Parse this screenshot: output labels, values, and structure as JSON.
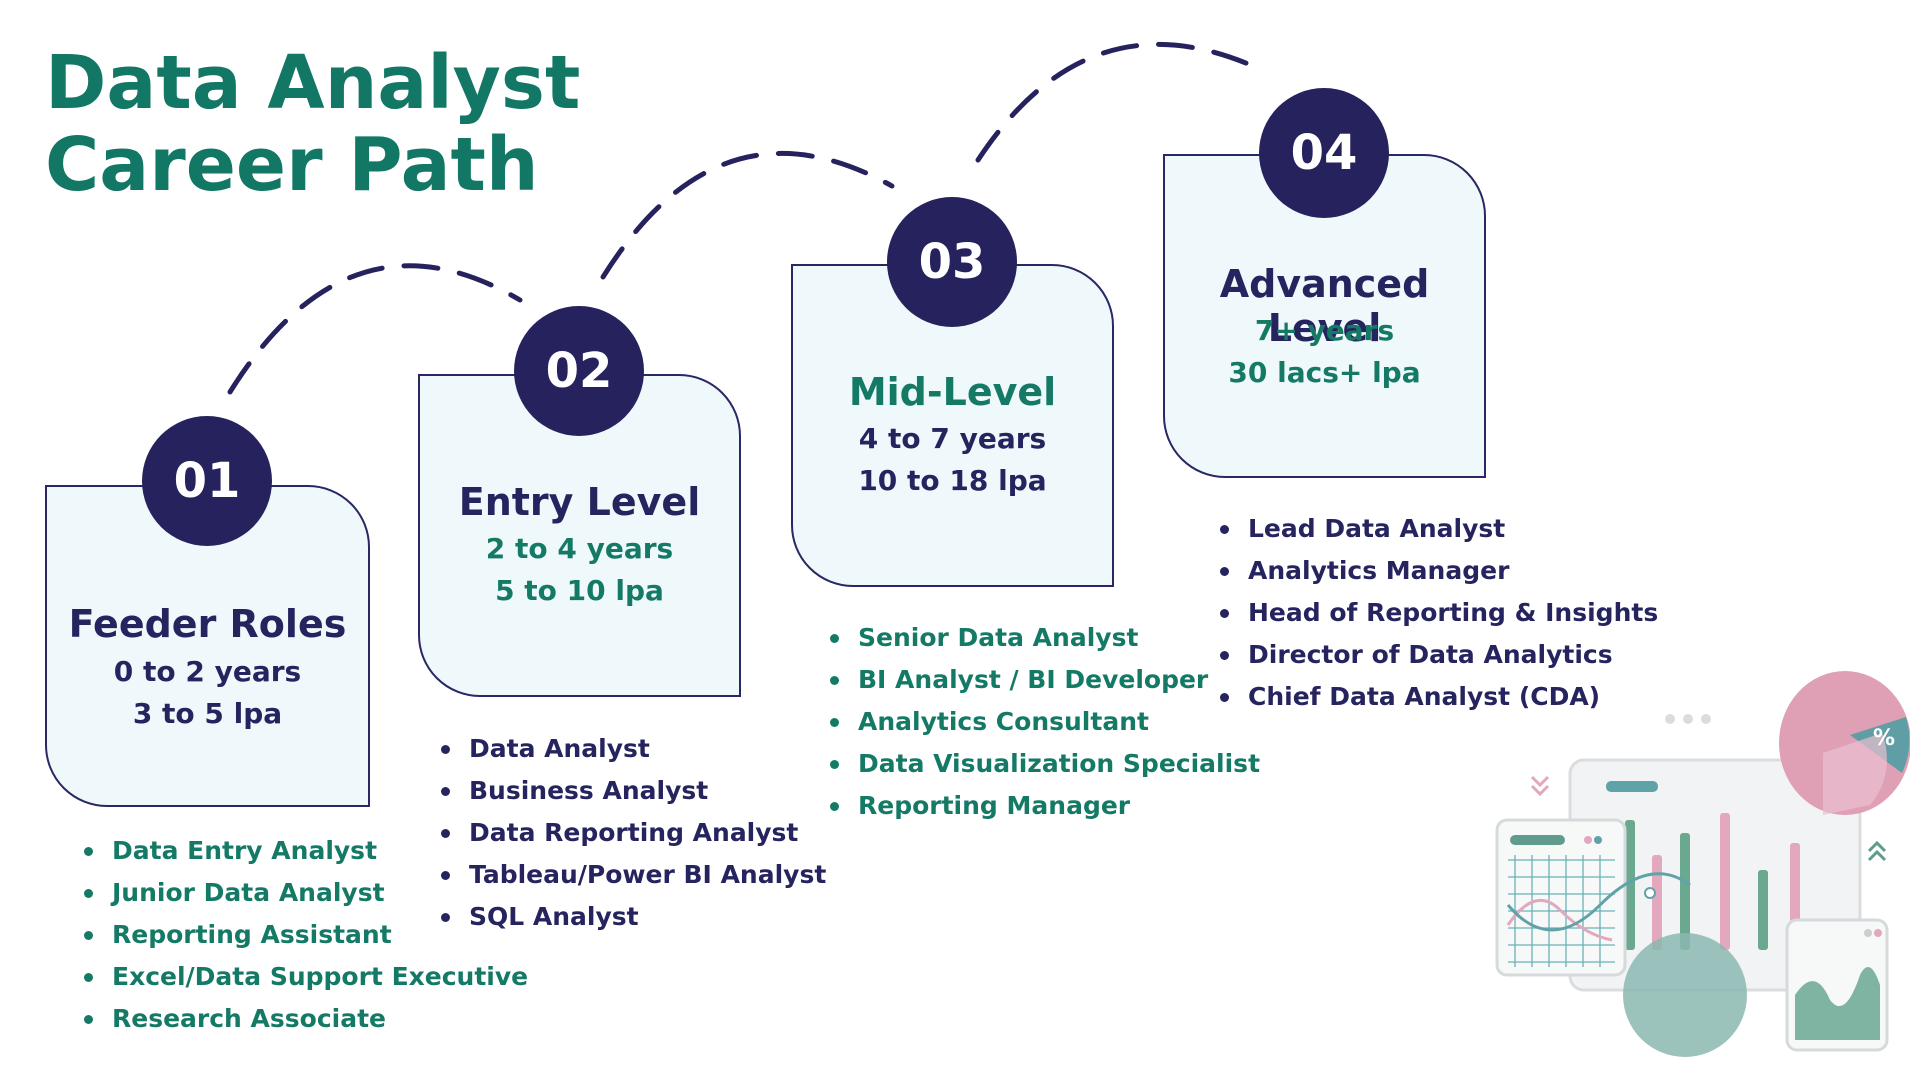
{
  "title": {
    "line1": "Data Analyst",
    "line2": "Career Path"
  },
  "colors": {
    "title": "#127764",
    "navy": "#25225e",
    "teal": "#147a66",
    "card_fill": "#eff8fa",
    "card_border": "#2a2765"
  },
  "stages": [
    {
      "number": "01",
      "title": "Feeder Roles",
      "experience": "0 to 2 years",
      "salary": "3 to 5 lpa",
      "roles": [
        "Data Entry Analyst",
        "Junior Data Analyst",
        "Reporting Assistant",
        "Excel/Data Support Executive",
        "Research Associate"
      ]
    },
    {
      "number": "02",
      "title": "Entry Level",
      "experience": "2 to 4 years",
      "salary": "5 to 10 lpa",
      "roles": [
        "Data Analyst",
        "Business Analyst",
        "Data Reporting Analyst",
        "Tableau/Power BI Analyst",
        "SQL Analyst"
      ]
    },
    {
      "number": "03",
      "title": "Mid-Level",
      "experience": "4 to 7 years",
      "salary": "10 to 18 lpa",
      "roles": [
        "Senior Data Analyst",
        "BI Analyst / BI Developer",
        "Analytics Consultant",
        "Data Visualization Specialist",
        "Reporting Manager"
      ]
    },
    {
      "number": "04",
      "title": "Advanced Level",
      "experience": "7+ years",
      "salary": "30 lacs+ lpa",
      "roles": [
        "Lead Data Analyst",
        "Analytics Manager",
        "Head of Reporting & Insights",
        "Director of Data Analytics",
        "Chief Data Analyst (CDA)"
      ]
    }
  ],
  "illustration": {
    "pie_label": "%"
  }
}
